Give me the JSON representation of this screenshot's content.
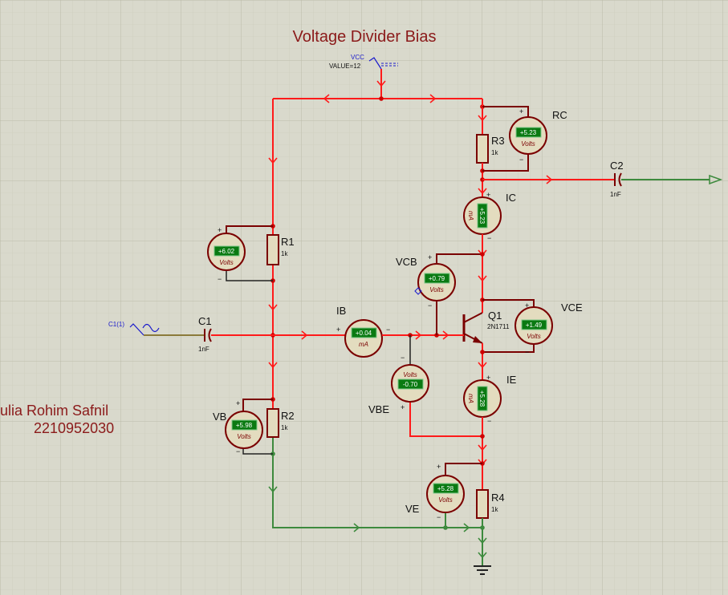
{
  "title": "Voltage Divider Bias",
  "author": {
    "name": "ulia Rohim Safnil",
    "id": "2210952030"
  },
  "supply": {
    "label": "VCC",
    "value_text": "VALUE=12"
  },
  "source": {
    "label": "C1(1)"
  },
  "components": {
    "r1": {
      "ref": "R1",
      "value": "1k"
    },
    "r2": {
      "ref": "R2",
      "value": "1k"
    },
    "r3": {
      "ref": "R3",
      "value": "1k"
    },
    "r4": {
      "ref": "R4",
      "value": "1k"
    },
    "c1": {
      "ref": "C1",
      "value": "1nF"
    },
    "c2": {
      "ref": "C2",
      "value": "1nF"
    },
    "q1": {
      "ref": "Q1",
      "value": "2N1711"
    }
  },
  "meters": {
    "rc": {
      "label": "RC",
      "reading": "+5.23",
      "unit": "Volts"
    },
    "ic": {
      "label": "IC",
      "reading": "+5.23",
      "unit": "mA"
    },
    "vcb": {
      "label": "VCB",
      "reading": "+0.79",
      "unit": "Volts"
    },
    "vce": {
      "label": "VCE",
      "reading": "+1.49",
      "unit": "Volts"
    },
    "r1m": {
      "label": "",
      "reading": "+6.02",
      "unit": "Volts"
    },
    "ib": {
      "label": "IB",
      "reading": "+0.04",
      "unit": "mA"
    },
    "vbe": {
      "label": "VBE",
      "reading": "-0.70",
      "unit": "Volts"
    },
    "ie": {
      "label": "IE",
      "reading": "+5.28",
      "unit": "mA"
    },
    "vb": {
      "label": "VB",
      "reading": "+5.98",
      "unit": "Volts"
    },
    "ve": {
      "label": "VE",
      "reading": "+5.28",
      "unit": "Volts"
    }
  },
  "colors": {
    "wire_active": "#ff1a1a",
    "wire_ground": "#3d8a3d",
    "component_outline": "#7a0000",
    "lcd_background": "#0a7a12",
    "sheet_background": "#d9d9cc",
    "text_title": "#8b1a1a"
  }
}
